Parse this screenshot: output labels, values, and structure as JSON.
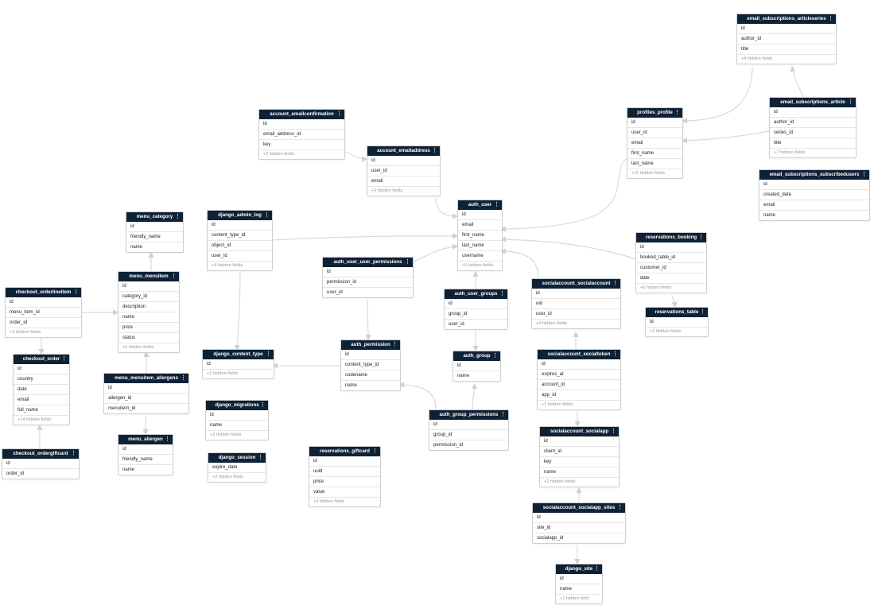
{
  "tables": {
    "email_subscriptions_articleseries": {
      "title": "email_subscriptions_articleseries",
      "fields": [
        "id",
        "author_id",
        "title"
      ],
      "hidden": "+4 hidden fields"
    },
    "profiles_profile": {
      "title": "profiles_profile",
      "fields": [
        "id",
        "user_id",
        "email",
        "first_name",
        "last_name"
      ],
      "hidden": "+11 hidden fields"
    },
    "email_subscriptions_article": {
      "title": "email_subscriptions_article",
      "fields": [
        "id",
        "author_id",
        "series_id",
        "title"
      ],
      "hidden": "+7 hidden fields"
    },
    "email_subscriptions_subscribedusers": {
      "title": "email_subscriptions_subscribedusers",
      "fields": [
        "id",
        "created_date",
        "email",
        "name"
      ],
      "hidden": ""
    },
    "account_emailconfirmation": {
      "title": "account_emailconfirmation",
      "fields": [
        "id",
        "email_address_id",
        "key"
      ],
      "hidden": "+2 hidden fields"
    },
    "account_emailaddress": {
      "title": "account_emailaddress",
      "fields": [
        "id",
        "user_id",
        "email"
      ],
      "hidden": "+2 hidden fields"
    },
    "auth_user": {
      "title": "auth_user",
      "fields": [
        "id",
        "email",
        "first_name",
        "last_name",
        "username"
      ],
      "hidden": "+6 hidden fields"
    },
    "menu_category": {
      "title": "menu_category",
      "fields": [
        "id",
        "friendly_name",
        "name"
      ],
      "hidden": ""
    },
    "django_admin_log": {
      "title": "django_admin_log",
      "fields": [
        "id",
        "content_type_id",
        "object_id",
        "user_id"
      ],
      "hidden": "+4 hidden fields"
    },
    "auth_user_user_permissions": {
      "title": "auth_user_user_permissions",
      "fields": [
        "id",
        "permission_id",
        "user_id"
      ],
      "hidden": ""
    },
    "reservations_booking": {
      "title": "reservations_booking",
      "fields": [
        "id",
        "booked_table_id",
        "customer_id",
        "date"
      ],
      "hidden": "+5 hidden fields"
    },
    "checkout_orderlineitem": {
      "title": "checkout_orderlineitem",
      "fields": [
        "id",
        "menu_item_id",
        "order_id"
      ],
      "hidden": "+3 hidden fields"
    },
    "menu_menuitem": {
      "title": "menu_menuitem",
      "fields": [
        "id",
        "category_id",
        "description",
        "name",
        "price",
        "status"
      ],
      "hidden": "+5 hidden fields"
    },
    "auth_user_groups": {
      "title": "auth_user_groups",
      "fields": [
        "id",
        "group_id",
        "user_id"
      ],
      "hidden": ""
    },
    "socialaccount_socialaccount": {
      "title": "socialaccount_socialaccount",
      "fields": [
        "id",
        "uid",
        "user_id"
      ],
      "hidden": "+4 hidden fields"
    },
    "reservations_table": {
      "title": "reservations_table",
      "fields": [
        "id"
      ],
      "hidden": "+3 hidden fields"
    },
    "auth_permission": {
      "title": "auth_permission",
      "fields": [
        "id",
        "content_type_id",
        "codename",
        "name"
      ],
      "hidden": ""
    },
    "django_content_type": {
      "title": "django_content_type",
      "fields": [
        "id"
      ],
      "hidden": "+2 hidden fields"
    },
    "auth_group": {
      "title": "auth_group",
      "fields": [
        "id",
        "name"
      ],
      "hidden": ""
    },
    "socialaccount_socialtoken": {
      "title": "socialaccount_socialtoken",
      "fields": [
        "id",
        "expires_at",
        "account_id",
        "app_id"
      ],
      "hidden": "+2 hidden fields"
    },
    "checkout_order": {
      "title": "checkout_order",
      "fields": [
        "id",
        "country",
        "date",
        "email",
        "full_name"
      ],
      "hidden": "+14 hidden fields"
    },
    "menu_menuitem_allergens": {
      "title": "menu_menuitem_allergens",
      "fields": [
        "id",
        "allergen_id",
        "menuitem_id"
      ],
      "hidden": ""
    },
    "django_migrations": {
      "title": "django_migrations",
      "fields": [
        "id",
        "name"
      ],
      "hidden": "+2 hidden fields"
    },
    "auth_group_permissions": {
      "title": "auth_group_permissions",
      "fields": [
        "id",
        "group_id",
        "permission_id"
      ],
      "hidden": ""
    },
    "socialaccount_socialapp": {
      "title": "socialaccount_socialapp",
      "fields": [
        "id",
        "client_id",
        "key",
        "name"
      ],
      "hidden": "+2 hidden fields"
    },
    "menu_allergen": {
      "title": "menu_allergen",
      "fields": [
        "id",
        "friendly_name",
        "name"
      ],
      "hidden": ""
    },
    "checkout_ordergiftcard": {
      "title": "checkout_ordergiftcard",
      "fields": [
        "id",
        "order_id"
      ],
      "hidden": ""
    },
    "django_session": {
      "title": "django_session",
      "fields": [
        "expire_date"
      ],
      "hidden": "+2 hidden fields"
    },
    "reservations_giftcard": {
      "title": "reservations_giftcard",
      "fields": [
        "id",
        "uuid",
        "price",
        "value"
      ],
      "hidden": "+3 hidden fields"
    },
    "socialaccount_socialapp_sites": {
      "title": "socialaccount_socialapp_sites",
      "fields": [
        "id",
        "site_id",
        "socialapp_id"
      ],
      "hidden": ""
    },
    "django_site": {
      "title": "django_site",
      "fields": [
        "id",
        "name"
      ],
      "hidden": "+1 hidden field"
    }
  },
  "colors": {
    "header_bg": "#0e2235",
    "header_text": "#ffffff",
    "edge": "#d9d9d9"
  }
}
